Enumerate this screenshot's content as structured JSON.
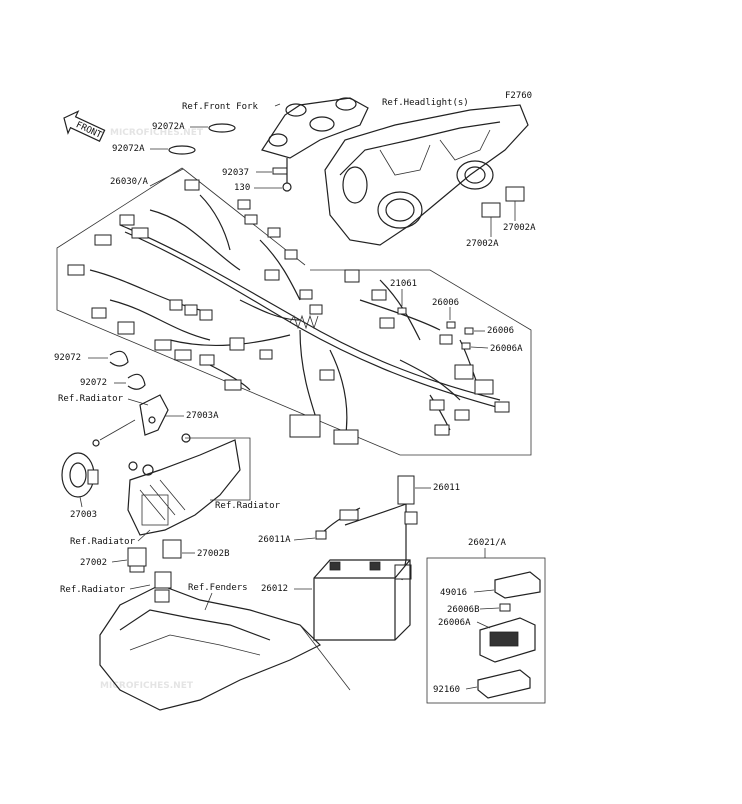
{
  "diagram_code": "F2760",
  "watermark_text": "MICROFICHES.NET",
  "front_label": "FRONT",
  "callouts": {
    "ref_front_fork": "Ref.Front Fork",
    "ref_headlights": "Ref.Headlight(s)",
    "p92072A_1": "92072A",
    "p92072A_2": "92072A",
    "p26030A": "26030/A",
    "p92037": "92037",
    "p130": "130",
    "p27002A_1": "27002A",
    "p27002A_2": "27002A",
    "p21061": "21061",
    "p26006_1": "26006",
    "p26006_2": "26006",
    "p26006A_1": "26006A",
    "p92072_1": "92072",
    "p92072_2": "92072",
    "ref_radiator_1": "Ref.Radiator",
    "p27003A": "27003A",
    "p27003": "27003",
    "ref_radiator_2": "Ref.Radiator",
    "ref_radiator_3": "Ref.Radiator",
    "p26011": "26011",
    "p26011A": "26011A",
    "p27002": "27002",
    "p27002B": "27002B",
    "p26021A": "26021/A",
    "ref_radiator_4": "Ref.Radiator",
    "ref_fenders": "Ref.Fenders",
    "p26012": "26012",
    "p49016": "49016",
    "p26006B": "26006B",
    "p26006A_2": "26006A",
    "p92160": "92160"
  }
}
